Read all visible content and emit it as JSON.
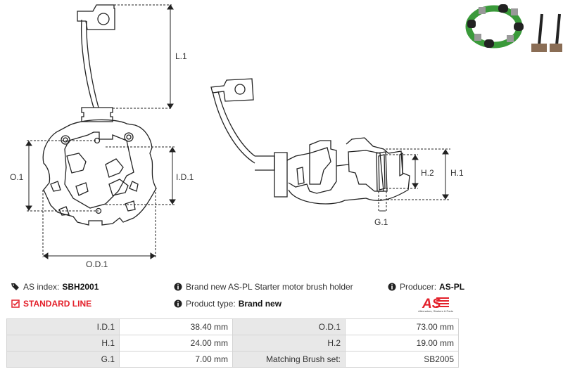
{
  "drawing": {
    "labels": {
      "l1": "L.1",
      "o1": "O.1",
      "id1": "I.D.1",
      "od1": "O.D.1",
      "h1": "H.1",
      "h2": "H.2",
      "g1": "G.1"
    }
  },
  "info": {
    "as_index_label": "AS index:",
    "as_index_value": "SBH2001",
    "line": "STANDARD LINE",
    "description": "Brand new AS-PL Starter motor brush holder",
    "product_type_label": "Product type:",
    "product_type_value": "Brand new",
    "producer_label": "Producer:",
    "producer_value": "AS-PL"
  },
  "logo": {
    "text": "AS",
    "tagline": "Alternators, Starters & Parts"
  },
  "specs": {
    "rows": [
      {
        "label1": "I.D.1",
        "value1": "38.40 mm",
        "label2": "O.D.1",
        "value2": "73.00 mm"
      },
      {
        "label1": "H.1",
        "value1": "24.00 mm",
        "label2": "H.2",
        "value2": "19.00 mm"
      },
      {
        "label1": "G.1",
        "value1": "7.00 mm",
        "label2": "Matching Brush set:",
        "value2": "SB2005"
      }
    ]
  },
  "colors": {
    "accent_red": "#e3202a",
    "table_label_bg": "#e8e8e8",
    "line": "#222222"
  }
}
